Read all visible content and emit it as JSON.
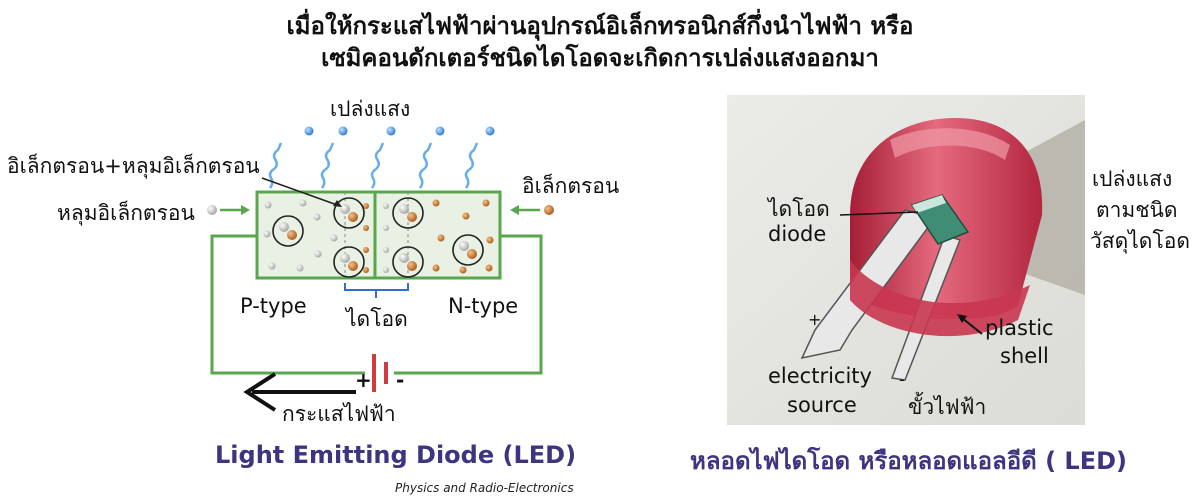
{
  "title": {
    "line1": "เมื่อให้กระแสไฟฟ้าผ่านอุปกรณ์อิเล็กทรอนิกส์กึ่งนำไฟฟ้า หรือ",
    "line2": "เซมิคอนดักเตอร์ชนิดไดโอดจะเกิดการเปล่งแสงออกมา"
  },
  "left_diagram": {
    "light_label": "เปล่งแสง",
    "electron_hole_label": "อิเล็กตรอน+หลุมอิเล็กตรอน",
    "hole_label": "หลุมอิเล็กตรอน",
    "electron_label": "อิเล็กตรอน",
    "p_type_label": "P-type",
    "diode_label": "ไดโอด",
    "n_type_label": "N-type",
    "plus_sign": "+",
    "minus_sign": "-",
    "current_label": "กระแสไฟฟ้า",
    "caption": "Light Emitting Diode (LED)"
  },
  "right_diagram": {
    "diode_thai": "ไดโอด",
    "diode_en": "diode",
    "emit_line1": "เปล่งแสง",
    "emit_line2": "ตามชนิด",
    "emit_line3": "วัสดุไดโอด",
    "plastic_line1": "plastic",
    "plastic_line2": "shell",
    "source_line1": "electricity",
    "source_line2": "source",
    "terminal_label": "ขั้วไฟฟ้า",
    "plus_sign": "+",
    "minus_sign": "-",
    "caption": "หลอดไฟไดโอด หรือหลอดแอลอีดี ( LED)"
  },
  "credit": "Physics and Radio-Electronics",
  "colors": {
    "circuit": "#5aa64f",
    "junction": "#2f6fd1",
    "photon": "#6aaee8",
    "electron": "#c8742a",
    "hole": "#c8c8c8",
    "led_body": "#c9364f",
    "caption": "#3d3580"
  }
}
